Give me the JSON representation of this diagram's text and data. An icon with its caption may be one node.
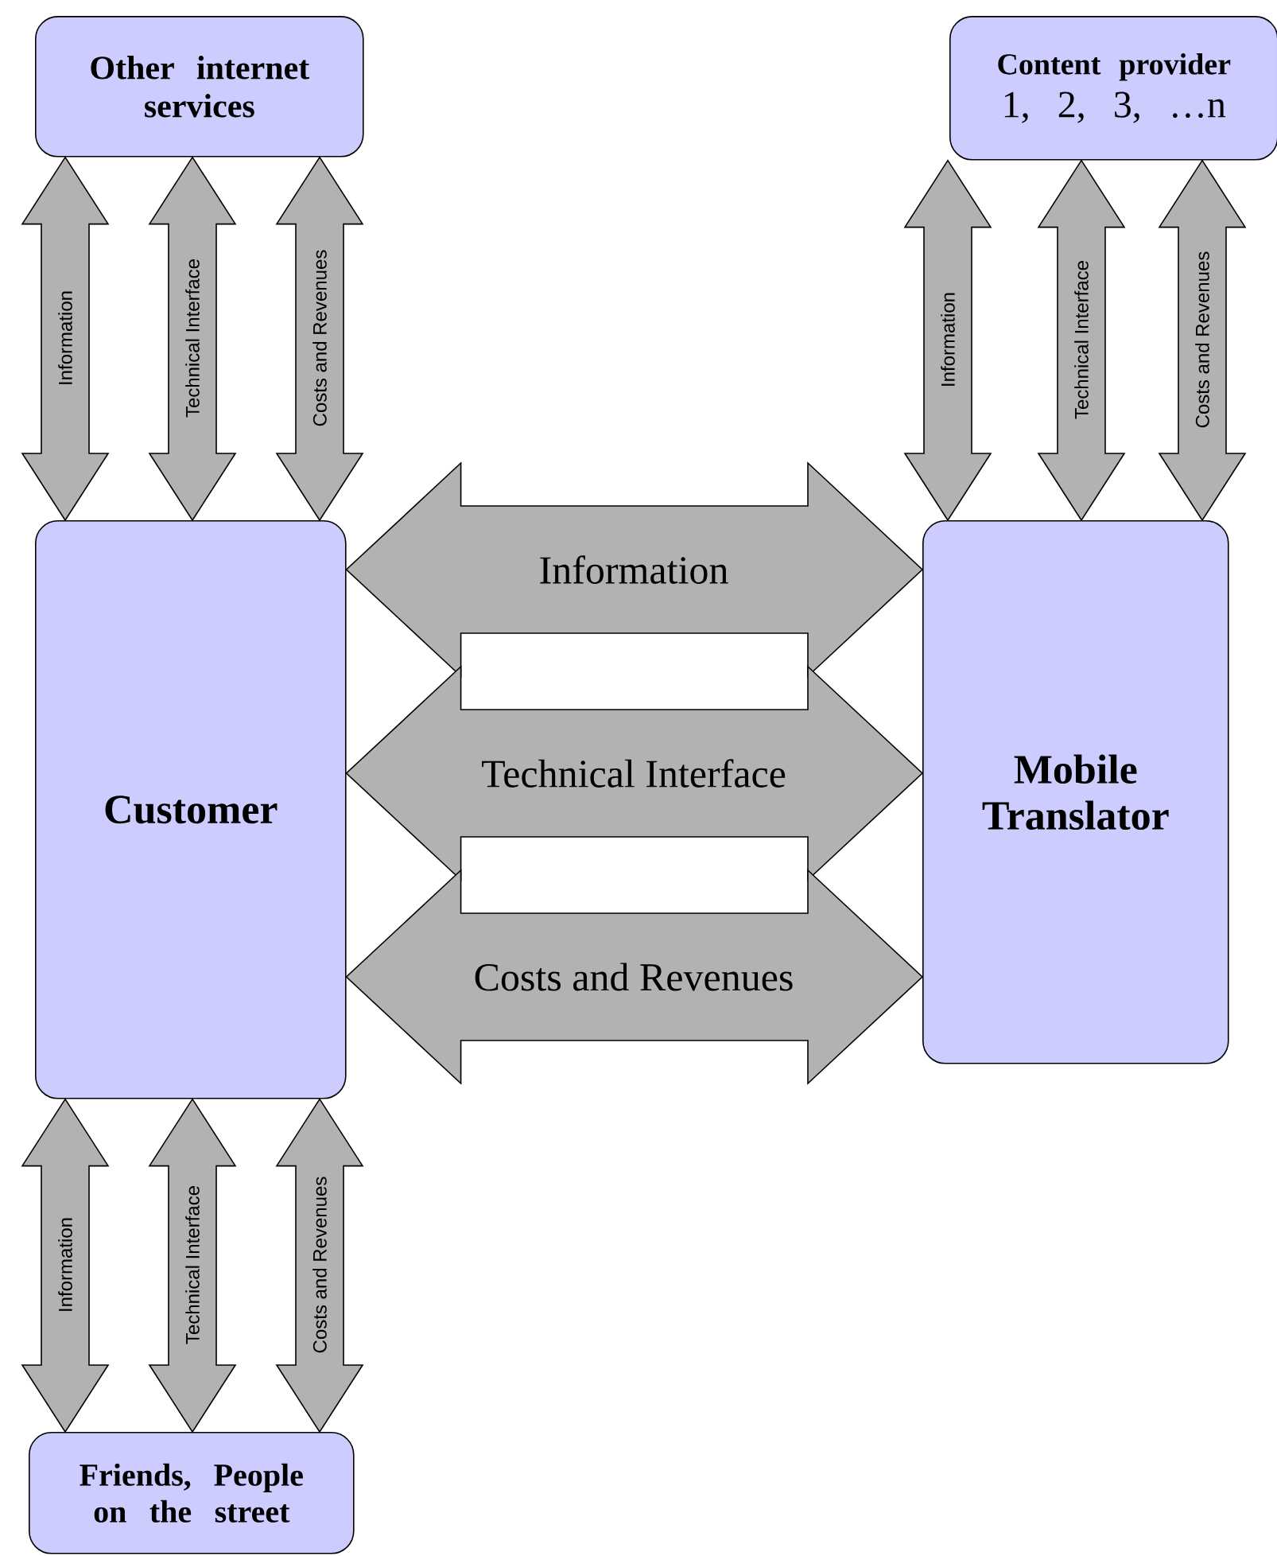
{
  "diagram": {
    "nodes": [
      {
        "text": [
          "Other internet services"
        ]
      },
      {
        "text": [
          "Content provider",
          "1, 2, 3, …n"
        ]
      },
      {
        "text": [
          "Customer"
        ]
      },
      {
        "text": [
          "Mobile Translator"
        ]
      },
      {
        "text": [
          "Friends, People on the street"
        ]
      }
    ],
    "edges": [
      {
        "from": 0,
        "to": 2,
        "arrow": "both",
        "label": "Information"
      },
      {
        "from": 0,
        "to": 2,
        "arrow": "both",
        "label": "Technical Interface"
      },
      {
        "from": 0,
        "to": 2,
        "arrow": "both",
        "label": "Costs and Revenues"
      },
      {
        "from": 1,
        "to": 3,
        "arrow": "both",
        "label": "Information"
      },
      {
        "from": 1,
        "to": 3,
        "arrow": "both",
        "label": "Technical Interface"
      },
      {
        "from": 1,
        "to": 3,
        "arrow": "both",
        "label": "Costs and Revenues"
      },
      {
        "from": 2,
        "to": 3,
        "arrow": "both",
        "label": "Information"
      },
      {
        "from": 2,
        "to": 3,
        "arrow": "both",
        "label": "Technical Interface"
      },
      {
        "from": 2,
        "to": 3,
        "arrow": "both",
        "label": "Costs and Revenues"
      },
      {
        "from": 2,
        "to": 4,
        "arrow": "both",
        "label": "Information"
      },
      {
        "from": 2,
        "to": 4,
        "arrow": "both",
        "label": "Technical Interface"
      },
      {
        "from": 2,
        "to": 4,
        "arrow": "both",
        "label": "Costs and Revenues"
      }
    ]
  }
}
